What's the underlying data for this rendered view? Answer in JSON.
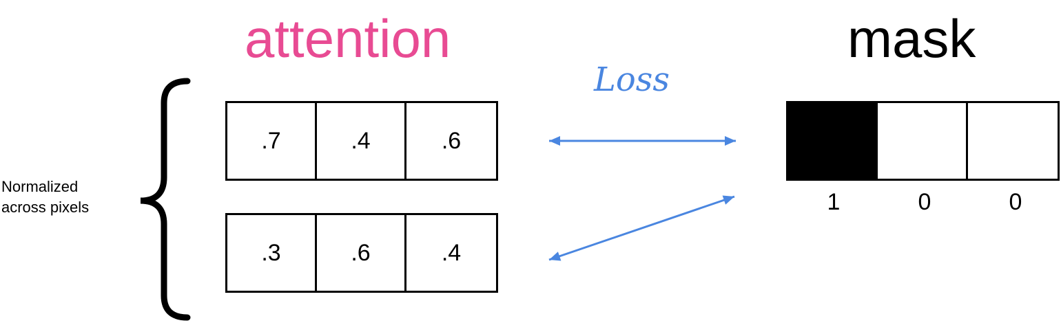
{
  "titles": {
    "attention": "attention",
    "mask": "mask"
  },
  "colors": {
    "attention_title": "#e84b93",
    "arrow": "#4a86e0",
    "loss": "#4a86e0",
    "mask_filled": "#000000"
  },
  "side_label": {
    "line1": "Normalized",
    "line2": "across pixels"
  },
  "loss_label": "Loss",
  "attention_rows": [
    [
      ".7",
      ".4",
      ".6"
    ],
    [
      ".3",
      ".6",
      ".4"
    ]
  ],
  "mask": {
    "cells": [
      1,
      0,
      0
    ],
    "values": [
      "1",
      "0",
      "0"
    ]
  }
}
